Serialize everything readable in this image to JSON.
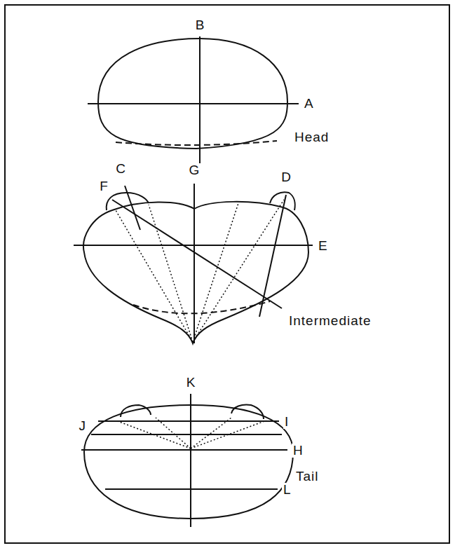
{
  "diagram": {
    "labels": [
      "B",
      "A",
      "Head",
      "C",
      "F",
      "G",
      "D",
      "E",
      "Intermediate",
      "K",
      "I",
      "J",
      "H",
      "Tail",
      "L"
    ]
  }
}
